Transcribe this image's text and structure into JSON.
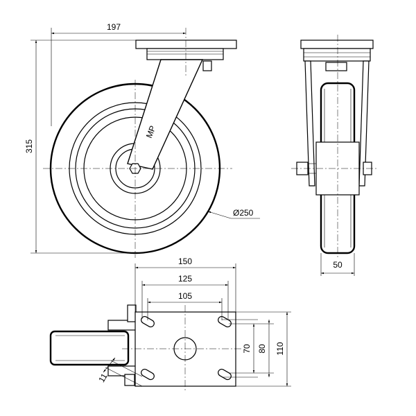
{
  "drawing": {
    "side_view": {
      "mount_offset": "197",
      "overall_height": "315",
      "wheel_diameter": "Ø250",
      "fork_marking": "MP"
    },
    "front_view": {
      "wheel_width": "50"
    },
    "top_view": {
      "plate_width": "150",
      "hole_span_outer": "125",
      "hole_span_inner": "105",
      "hole_pitch_inner": "70",
      "hole_pitch_outer": "80",
      "plate_depth": "110",
      "slot_width": "11"
    }
  }
}
